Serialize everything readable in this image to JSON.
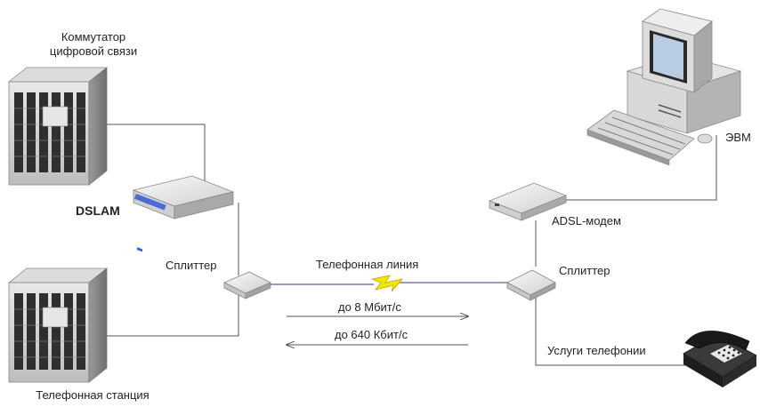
{
  "labels": {
    "switch_line1": "Коммутатор",
    "switch_line2": "цифровой связи",
    "dslam": "DSLAM",
    "splitter_left": "Сплиттер",
    "phone_line": "Телефонная линия",
    "downstream": "до 8 Мбит/с",
    "upstream": "до 640 Кбит/с",
    "exchange": "Телефонная станция",
    "computer": "ЭВМ",
    "modem": "ADSL-модем",
    "splitter_right": "Сплиттер",
    "telephony": "Услуги телефонии"
  },
  "colors": {
    "line": "#555555",
    "lightning": "#f2e600",
    "lightning_stroke": "#b8a800"
  },
  "icons": [
    "server-icon",
    "dslam-icon",
    "splitter-icon",
    "computer-icon",
    "adsl-modem-icon",
    "telephone-icon",
    "lightning-icon"
  ]
}
